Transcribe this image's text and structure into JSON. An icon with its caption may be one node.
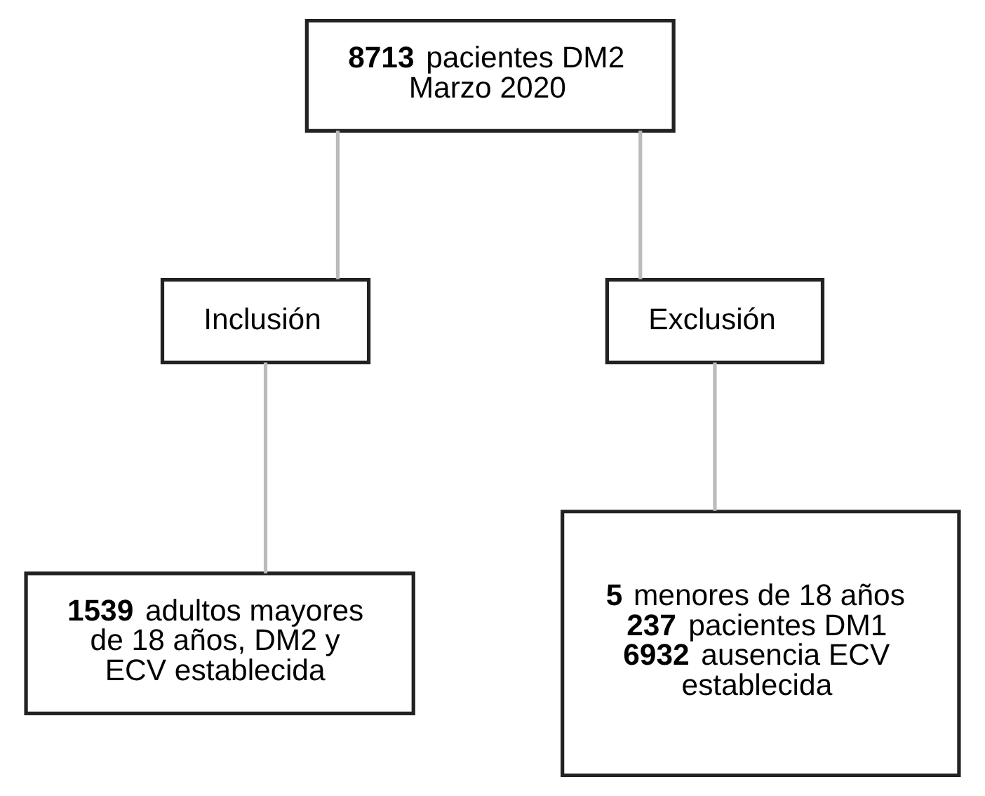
{
  "diagram": {
    "nodes": [
      {
        "text": [
          "**8713** pacientes DM2 Marzo 2020"
        ]
      },
      {
        "text": [
          "Inclusión"
        ]
      },
      {
        "text": [
          "Exclusión"
        ]
      },
      {
        "text": [
          "**1539** adultos mayores de 18 años, DM2 y ECV establecida"
        ]
      },
      {
        "text": [
          "**5** menores de 18 años **237** pacientes DM1 **6932** ausencia ECV establecida"
        ]
      }
    ],
    "edges": [
      {
        "from": 0,
        "to": 1,
        "arrow": "none"
      },
      {
        "from": 0,
        "to": 2,
        "arrow": "none"
      },
      {
        "from": 1,
        "to": 3,
        "arrow": "none"
      },
      {
        "from": 2,
        "to": 4,
        "arrow": "none"
      }
    ]
  }
}
